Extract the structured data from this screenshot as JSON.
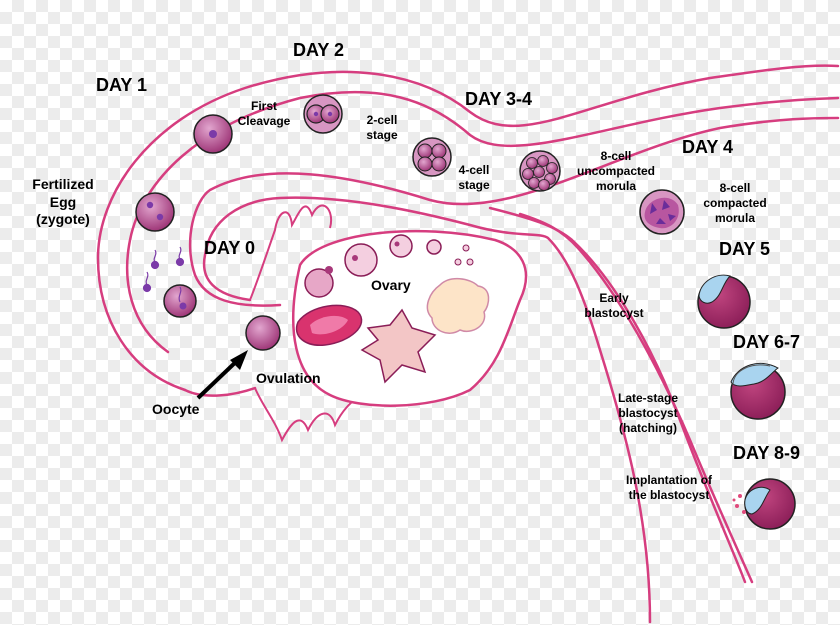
{
  "days": {
    "day1": "DAY 1",
    "day2": "DAY 2",
    "day34": "DAY 3-4",
    "day4": "DAY 4",
    "day0": "DAY 0",
    "day5": "DAY 5",
    "day67": "DAY 6-7",
    "day89": "DAY 8-9"
  },
  "stages": {
    "fertilized": "Fertilized Egg (zygote)",
    "first_cleavage": "First Cleavage",
    "two_cell": "2-cell stage",
    "four_cell": "4-cell stage",
    "eight_uncompacted": "8-cell uncompacted morula",
    "eight_compacted": "8-cell compacted morula",
    "early_blastocyst": "Early blastocyst",
    "late_blastocyst": "Late-stage blastocyst (hatching)",
    "implantation": "Implantation of the blastocyst",
    "ovary": "Ovary",
    "ovulation": "Ovulation",
    "oocyte": "Oocyte"
  },
  "colors": {
    "tube": "#d63d7f",
    "cell": "#a8387a",
    "cell_light": "#d896c2",
    "blue": "#a9d4ef",
    "ovary_pink": "#f3c6c6",
    "corpus": "#d9336e",
    "follicle_peach": "#fde4c8"
  }
}
